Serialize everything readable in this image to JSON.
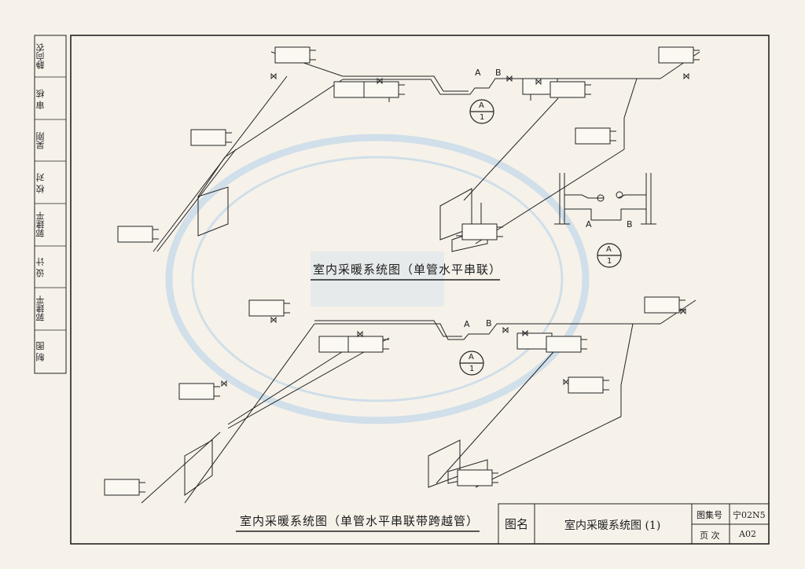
{
  "sidebar": {
    "items": [
      "静向农",
      "审 核",
      "吴刚",
      "校 对",
      "郭建平",
      "设 计",
      "郭建平",
      "制 图"
    ]
  },
  "diagrams": {
    "top_title": "室内采暖系统图（单管水平串联）",
    "bottom_title": "室内采暖系统图（单管水平串联带跨越管）",
    "detail_callout": {
      "letter": "A",
      "number": "1"
    },
    "point_a": "A",
    "point_b": "B"
  },
  "title_block": {
    "name_label": "图名",
    "name_value": "室内采暖系统图 (1)",
    "atlas_label": "图集号",
    "atlas_value": "宁02N5",
    "page_label": "页 次",
    "page_value": "A02"
  }
}
